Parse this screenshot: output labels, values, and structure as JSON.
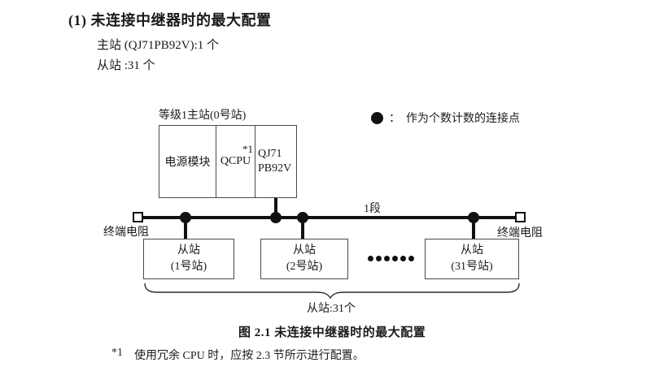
{
  "page": {
    "heading": "(1) 未连接中继器时的最大配置",
    "master_line": "主站 (QJ71PB92V):1 个",
    "slave_line": "从站 :31 个"
  },
  "diagram": {
    "master_label": "等级1主站(0号站)",
    "master_modules": {
      "power": "电源模块",
      "cpu": "QCPU",
      "cpu_note": "*1",
      "pb92v_line1": "QJ71",
      "pb92v_line2": "PB92V"
    },
    "legend": {
      "separator": "：",
      "text": "作为个数计数的连接点"
    },
    "segment_label": "1段",
    "terminator_left_label": "终端电阻",
    "terminator_right_label": "终端电阻",
    "slaves": [
      {
        "line1": "从站",
        "line2": "(1号站)"
      },
      {
        "line1": "从站",
        "line2": "(2号站)"
      },
      {
        "line1": "从站",
        "line2": "(31号站)"
      }
    ],
    "slave_count_label": "从站:31个"
  },
  "caption": "图 2.1 未连接中继器时的最大配置",
  "footnote": {
    "marker": "*1",
    "text": "使用冗余 CPU 时，应按 2.3 节所示进行配置。"
  },
  "colors": {
    "ink": "#1a1a1a",
    "line": "#111111",
    "box_border": "#4a4a4a",
    "background": "#ffffff"
  }
}
